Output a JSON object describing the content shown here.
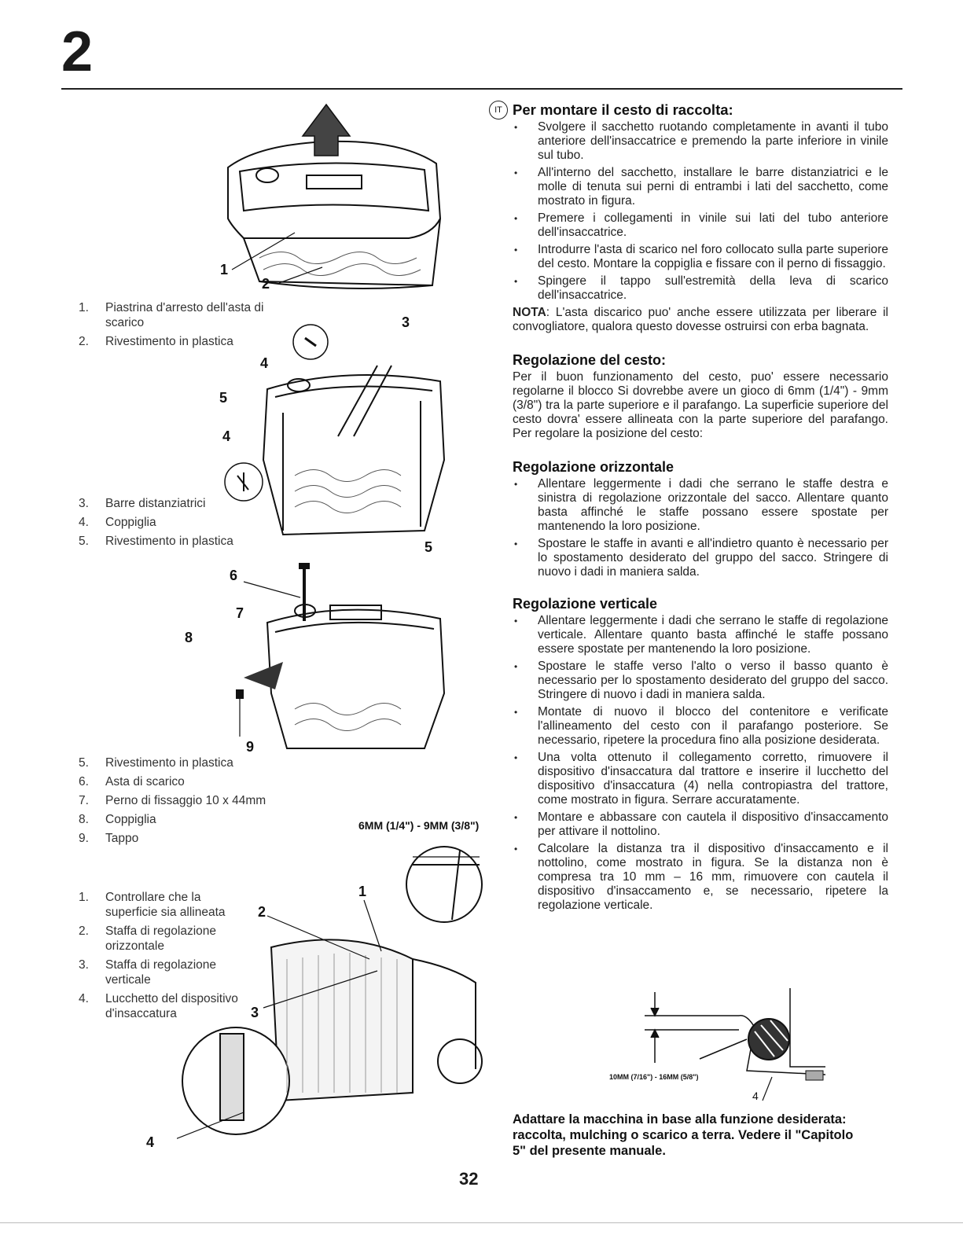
{
  "header": {
    "chapter_number": "2"
  },
  "legend_fig1": [
    {
      "n": "1.",
      "text": "Piastrina d'arresto dell'asta di scarico"
    },
    {
      "n": "2.",
      "text": "Rivestimento in plastica"
    }
  ],
  "legend_fig2": [
    {
      "n": "3.",
      "text": "Barre distanziatrici"
    },
    {
      "n": "4.",
      "text": "Coppiglia"
    },
    {
      "n": "5.",
      "text": "Rivestimento in plastica"
    }
  ],
  "legend_fig3": [
    {
      "n": "5.",
      "text": "Rivestimento in plastica"
    },
    {
      "n": "6.",
      "text": "Asta di scarico"
    },
    {
      "n": "7.",
      "text": "Perno di fissaggio 10 x 44mm"
    },
    {
      "n": "8.",
      "text": "Coppiglia"
    },
    {
      "n": "9.",
      "text": "Tappo"
    }
  ],
  "legend_fig4": [
    {
      "n": "1.",
      "text": "Controllare che la superficie sia allineata"
    },
    {
      "n": "2.",
      "text": "Staffa di regolazione orizzontale"
    },
    {
      "n": "3.",
      "text": "Staffa di regolazione verticale"
    },
    {
      "n": "4.",
      "text": "Lucchetto del dispositivo d'insaccatura"
    }
  ],
  "fig_callouts": {
    "f1_1": "1",
    "f1_2": "2",
    "f2_3": "3",
    "f2_4a": "4",
    "f2_5a": "5",
    "f2_4b": "4",
    "f2_5b": "5",
    "f3_6": "6",
    "f3_7": "7",
    "f3_8": "8",
    "f3_9": "9",
    "f4_1": "1",
    "f4_2": "2",
    "f4_3": "3",
    "f4_4": "4",
    "f4_gap": "6MM (1/4\") - 9MM (3/8\")",
    "f5_gap": "10MM (7/16\") - 16MM (5/8\")",
    "f5_4": "4"
  },
  "lang_badge": "IT",
  "section_mount": {
    "title": "Per montare il cesto di raccolta:",
    "bullets": [
      "Svolgere il sacchetto ruotando completamente in avanti il tubo anteriore dell'insaccatrice e premendo la parte inferiore in vinile sul tubo.",
      "All'interno del sacchetto, installare le barre distanziatrici e le molle di tenuta sui perni di entrambi i lati del sacchetto, come mostrato in figura.",
      "Premere i collegamenti in vinile sui lati del tubo anteriore dell'insaccatrice.",
      "Introdurre l'asta di scarico nel foro collocato sulla parte superiore del cesto. Montare la coppiglia e fissare con il perno di fissaggio.",
      "Spingere il tappo sull'estremità della leva di scarico dell'insaccatrice."
    ],
    "nota_label": "NOTA",
    "nota_text": ": L'asta discarico puo' anche essere utilizzata per liberare il convogliatore, qualora questo dovesse ostruirsi con erba bagnata."
  },
  "section_adjust": {
    "title": "Regolazione del cesto:",
    "text": "Per il buon funzionamento del cesto, puo' essere necessario regolarne il blocco Si dovrebbe avere un gioco di 6mm (1/4\") - 9mm (3/8\") tra la parte superiore e il parafango. La superficie superiore del cesto dovra' essere allineata con la parte superiore del parafango. Per regolare la posizione del cesto:"
  },
  "section_horizontal": {
    "title": "Regolazione orizzontale",
    "bullets": [
      "Allentare leggermente i dadi che serrano le staffe destra e sinistra di regolazione orizzontale del sacco. Allentare quanto basta affinché le staffe possano essere spostate per mantenendo la loro posizione.",
      "Spostare le staffe in avanti e all'indietro quanto è necessario per lo spostamento desiderato del gruppo del sacco. Stringere di nuovo i dadi in maniera salda."
    ]
  },
  "section_vertical": {
    "title": "Regolazione verticale",
    "bullets": [
      "Allentare leggermente i dadi che serrano le staffe di regolazione verticale. Allentare quanto basta affinché le staffe possano essere spostate per mantenendo la loro posizione.",
      "Spostare le staffe verso l'alto o verso il basso quanto è necessario per lo spostamento desiderato del gruppo del sacco. Stringere di nuovo i dadi in maniera salda.",
      "Montate di nuovo il blocco del contenitore e verificate l'allineamento del cesto con il parafango posteriore. Se necessario, ripetere la procedura fino alla posizione desiderata.",
      "Una volta ottenuto il collegamento corretto, rimuovere il dispositivo d'insaccatura dal trattore e inserire il lucchetto del dispositivo d'insaccatura (4) nella contropiastra del trattore, come mostrato in figura. Serrare accuratamente.",
      "Montare e abbassare con cautela il dispositivo d'insaccamento per attivare il nottolino.",
      "Calcolare la distanza tra il dispositivo d'insaccamento e il nottolino, come mostrato in figura. Se la distanza non è compresa tra 10 mm – 16 mm, rimuovere con cautela il dispositivo d'insaccamento e, se necessario, ripetere la regolazione verticale."
    ]
  },
  "closing": "Adattare la macchina in base alla funzione desiderata: raccolta, mulching o scarico a terra. Vedere il \"Capitolo 5\" del presente manuale.",
  "footer": {
    "page_number": "32"
  }
}
